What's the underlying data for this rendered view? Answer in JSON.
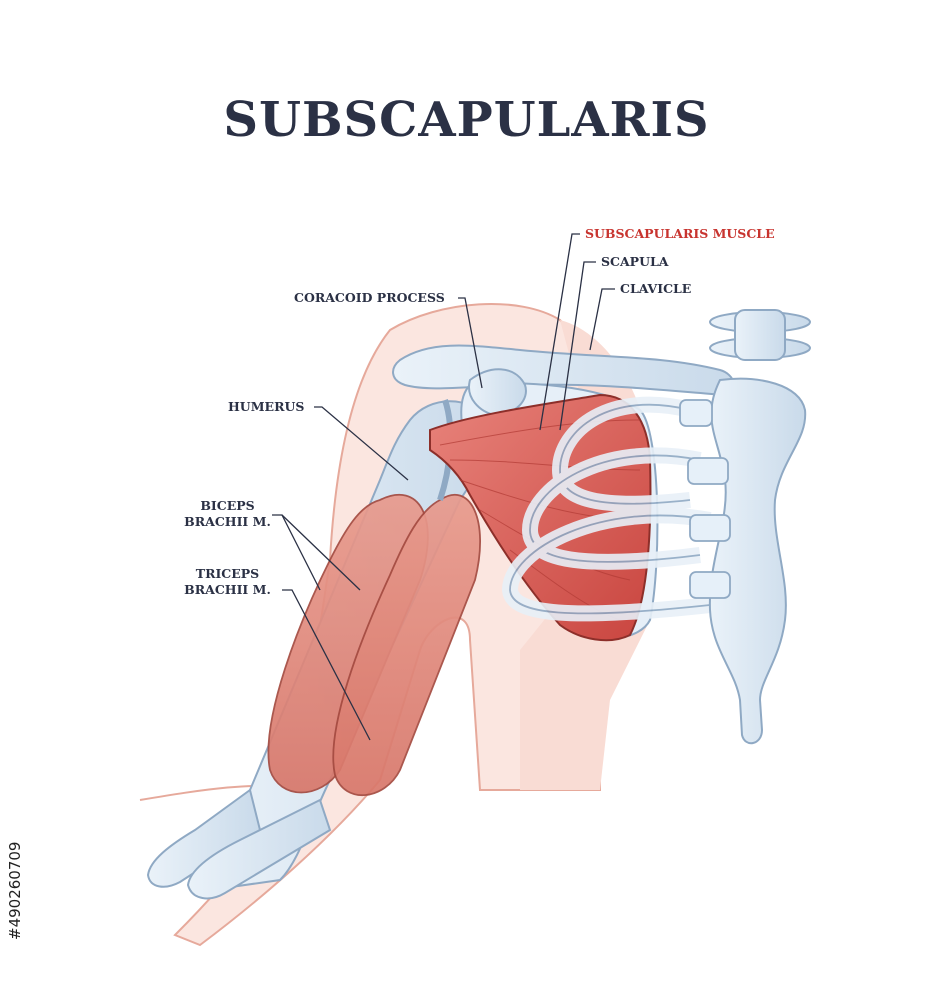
{
  "title": "SUBSCAPULARIS",
  "labels": {
    "subscapularis_muscle": "SUBSCAPULARIS MUSCLE",
    "scapula": "SCAPULA",
    "clavicle": "CLAVICLE",
    "coracoid_process": "CORACOID PROCESS",
    "humerus": "HUMERUS",
    "biceps_line1": "BICEPS",
    "biceps_line2": "BRACHII M.",
    "triceps_line1": "TRICEPS",
    "triceps_line2": "BRACHII M."
  },
  "stock_id": "#490260709",
  "colors": {
    "title": "#2b3145",
    "highlight_label": "#c8342f",
    "muscle": "#d9544d",
    "bone": "#dce8f3",
    "skin": "#f7d5cc"
  }
}
